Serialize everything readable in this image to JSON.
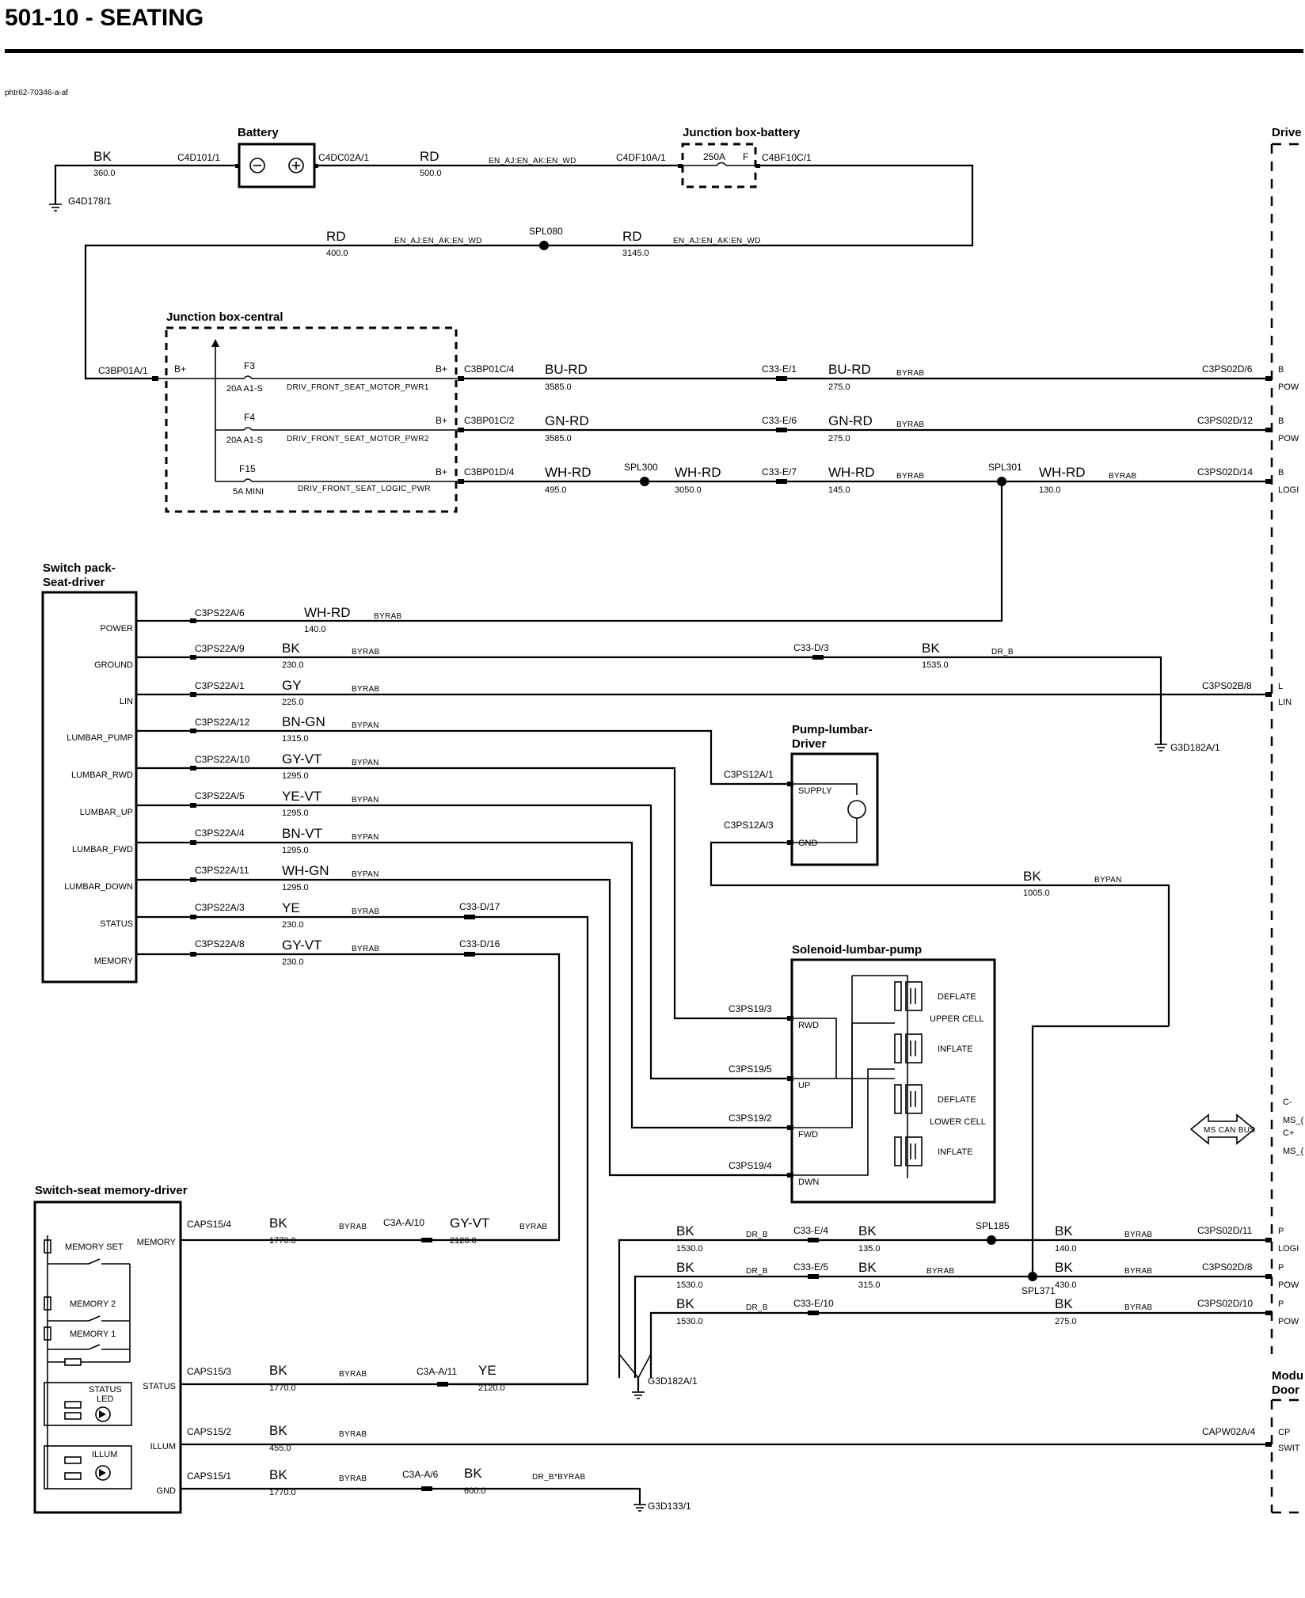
{
  "header": {
    "title": "501-10 - SEATING",
    "diagram_id": "phtr62-70346-a-af"
  },
  "components": {
    "battery": "Battery",
    "jb_battery": "Junction box-battery",
    "jb_central": "Junction box-central",
    "switch_pack": [
      "Switch pack-",
      "Seat-driver"
    ],
    "pump": [
      "Pump-lumbar-",
      "Driver"
    ],
    "solenoid": "Solenoid-lumbar-pump",
    "memory_switch": "Switch-seat memory-driver",
    "driver_module": "Drive",
    "door_module": [
      "Modu",
      "Door"
    ]
  },
  "battery_wires": {
    "gnd_conn": "C4D101/1",
    "gnd_color": "BK",
    "gnd_len": "360.0",
    "gnd_point": "G4D178/1",
    "pos_conn": "C4DC02A/1",
    "pos_color": "RD",
    "pos_len": "500.0",
    "pos_net": "EN_AJ:EN_AK:EN_WD",
    "fuse_in_conn": "C4DF10A/1",
    "fuse_label": "250A",
    "fuse_f": "F",
    "fuse_out_conn": "C4BF10C/1",
    "ret_color_left": "RD",
    "ret_len_left": "400.0",
    "ret_net_left": "EN_AJ:EN_AK:EN_WD",
    "splice": "SPL080",
    "ret_color_right": "RD",
    "ret_len_right": "3145.0",
    "ret_net_right": "EN_AJ:EN_AK:EN_WD"
  },
  "central": {
    "in_conn": "C3BP01A/1",
    "in_label": "B+",
    "fuses": [
      {
        "name": "F3",
        "rating": "20A A1-S",
        "circuit": "DRIV_FRONT_SEAT_MOTOR_PWR1"
      },
      {
        "name": "F4",
        "rating": "20A A1-S",
        "circuit": "DRIV_FRONT_SEAT_MOTOR_PWR2"
      },
      {
        "name": "F15",
        "rating": "5A MINI",
        "circuit": "DRIV_FRONT_SEAT_LOGIC_PWR"
      }
    ],
    "out_label": "B+"
  },
  "power_lines": [
    {
      "c1": "C3BP01C/4",
      "color1": "BU-RD",
      "len1": "3585.0",
      "c2": "C33-E/1",
      "color2": "BU-RD",
      "len2": "275.0",
      "net": "BYRAB",
      "c3": "C3PS02D/6",
      "pin": "B",
      "pin2": "POW"
    },
    {
      "c1": "C3BP01C/2",
      "color1": "GN-RD",
      "len1": "3585.0",
      "c2": "C33-E/6",
      "color2": "GN-RD",
      "len2": "275.0",
      "net": "BYRAB",
      "c3": "C3PS02D/12",
      "pin": "B",
      "pin2": "POW"
    },
    {
      "c1": "C3BP01D/4",
      "color1": "WH-RD",
      "len1": "495.0",
      "splice1": "SPL300",
      "color_s": "WH-RD",
      "len_s": "3050.0",
      "c2": "C33-E/7",
      "color2": "WH-RD",
      "len2": "145.0",
      "net": "BYRAB",
      "splice2": "SPL301",
      "color3": "WH-RD",
      "len3": "130.0",
      "net3": "BYRAB",
      "c3": "C3PS02D/14",
      "pin": "B",
      "pin2": "LOGI"
    }
  ],
  "switch_pack_pins": [
    {
      "pin": "POWER",
      "conn": "C3PS22A/6",
      "color": "WH-RD",
      "len": "140.0",
      "net": "BYRAB"
    },
    {
      "pin": "GROUND",
      "conn": "C3PS22A/9",
      "color": "BK",
      "len": "230.0",
      "net": "BYRAB"
    },
    {
      "pin": "LIN",
      "conn": "C3PS22A/1",
      "color": "GY",
      "len": "225.0",
      "net": "BYRAB"
    },
    {
      "pin": "LUMBAR_PUMP",
      "conn": "C3PS22A/12",
      "color": "BN-GN",
      "len": "1315.0",
      "net": "BYPAN"
    },
    {
      "pin": "LUMBAR_RWD",
      "conn": "C3PS22A/10",
      "color": "GY-VT",
      "len": "1295.0",
      "net": "BYPAN"
    },
    {
      "pin": "LUMBAR_UP",
      "conn": "C3PS22A/5",
      "color": "YE-VT",
      "len": "1295.0",
      "net": "BYPAN"
    },
    {
      "pin": "LUMBAR_FWD",
      "conn": "C3PS22A/4",
      "color": "BN-VT",
      "len": "1295.0",
      "net": "BYPAN"
    },
    {
      "pin": "LUMBAR_DOWN",
      "conn": "C3PS22A/11",
      "color": "WH-GN",
      "len": "1295.0",
      "net": "BYPAN"
    },
    {
      "pin": "STATUS",
      "conn": "C3PS22A/3",
      "color": "YE",
      "len": "230.0",
      "net": "BYRAB"
    },
    {
      "pin": "MEMORY",
      "conn": "C3PS22A/8",
      "color": "GY-VT",
      "len": "230.0",
      "net": "BYRAB"
    }
  ],
  "ground_line": {
    "conn": "C33-D/3",
    "color": "BK",
    "len": "1535.0",
    "net": "DR_B",
    "gnd": "G3D182A/1"
  },
  "lin_line": {
    "conn": "C3PS02B/8",
    "pin": "L",
    "pin2": "LIN"
  },
  "status_mem_conn": {
    "status": "C33-D/17",
    "memory": "C33-D/16"
  },
  "pump_pins": {
    "supply_conn": "C3PS12A/1",
    "supply": "SUPPLY",
    "gnd_conn": "C3PS12A/3",
    "gnd": "GND",
    "gnd_color": "BK",
    "gnd_len": "1005.0",
    "gnd_net": "BYPAN"
  },
  "solenoid_pins": [
    {
      "conn": "C3PS19/3",
      "pin": "RWD"
    },
    {
      "conn": "C3PS19/5",
      "pin": "UP"
    },
    {
      "conn": "C3PS19/2",
      "pin": "FWD"
    },
    {
      "conn": "C3PS19/4",
      "pin": "DWN"
    }
  ],
  "solenoid_labels": {
    "deflate1": "DEFLATE",
    "upper": "UPPER CELL",
    "inflate1": "INFLATE",
    "deflate2": "DEFLATE",
    "lower": "LOWER CELL",
    "inflate2": "INFLATE"
  },
  "can": {
    "label": "MS CAN BUS",
    "c_minus": "C-",
    "ms1": "MS_(",
    "c_plus": "C+",
    "ms2": "MS_("
  },
  "bk_lines": [
    {
      "color1": "BK",
      "len1": "1530.0",
      "net1": "DR_B",
      "conn": "C33-E/4",
      "color2": "BK",
      "len2": "135.0",
      "splice": "SPL185",
      "color3": "BK",
      "len3": "140.0",
      "net3": "BYRAB",
      "c3": "C3PS02D/11",
      "pin": "P",
      "pin2": "LOGI"
    },
    {
      "color1": "BK",
      "len1": "1530.0",
      "net1": "DR_B",
      "conn": "C33-E/5",
      "color2": "BK",
      "len2": "315.0",
      "net2": "BYRAB",
      "color3": "BK",
      "len3": "430.0",
      "net3": "BYRAB",
      "c3": "C3PS02D/8",
      "pin": "P",
      "pin2": "POW"
    },
    {
      "color1": "BK",
      "len1": "1530.0",
      "net1": "DR_B",
      "conn": "C33-E/10",
      "color3": "BK",
      "len3": "275.0",
      "net3": "BYRAB",
      "c3": "C3PS02D/10",
      "pin": "P",
      "pin2": "POW"
    }
  ],
  "spl371": "SPL371",
  "gnd_mid": "G3D182A/1",
  "memory_pins": [
    {
      "pin": "MEMORY",
      "conn": "CAPS15/4",
      "color": "BK",
      "len": "1770.0",
      "net": "BYRAB",
      "c2": "C3A-A/10",
      "color2": "GY-VT",
      "len2": "2120.0",
      "net2": "BYRAB"
    },
    {
      "pin": "STATUS",
      "conn": "CAPS15/3",
      "color": "BK",
      "len": "1770.0",
      "net": "BYRAB",
      "c2": "C3A-A/11",
      "color2": "YE",
      "len2": "2120.0"
    },
    {
      "pin": "ILLUM",
      "conn": "CAPS15/2",
      "color": "BK",
      "len": "455.0",
      "net": "BYRAB",
      "c3": "CAPW02A/4",
      "pin_r": "CP",
      "pin_r2": "SWIT"
    },
    {
      "pin": "GND",
      "conn": "CAPS15/1",
      "color": "BK",
      "len": "1770.0",
      "net": "BYRAB",
      "c2": "C3A-A/6",
      "color2": "BK",
      "len2": "600.0",
      "net2": "DR_B*BYRAB",
      "gnd": "G3D133/1"
    }
  ],
  "memory_internal": {
    "set": "MEMORY SET",
    "m2": "MEMORY 2",
    "m1": "MEMORY 1",
    "status": "STATUS",
    "led": "LED",
    "illum": "ILLUM"
  }
}
